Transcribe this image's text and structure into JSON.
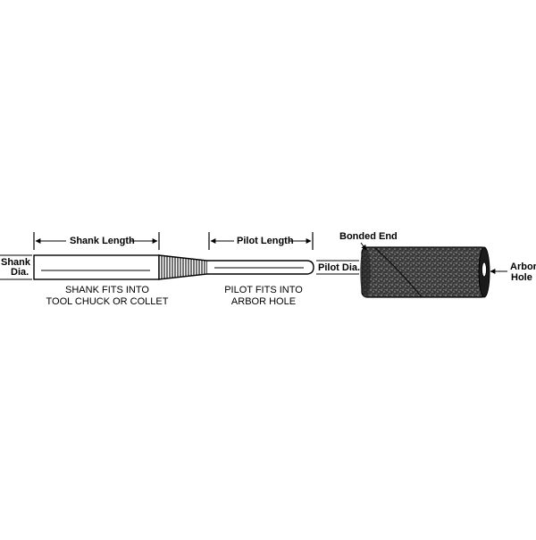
{
  "labels": {
    "shank_length": "Shank Length",
    "pilot_length": "Pilot Length",
    "shank_dia_line1": "Shank",
    "shank_dia_line2": "Dia.",
    "pilot_dia": "Pilot Dia.",
    "bonded_end": "Bonded End",
    "arbor_hole_line1": "Arbor",
    "arbor_hole_line2": "Hole"
  },
  "captions": {
    "shank_line1": "SHANK FITS INTO",
    "shank_line2": "TOOL CHUCK OR COLLET",
    "pilot_line1": "PILOT FITS INTO",
    "pilot_line2": "ARBOR HOLE"
  }
}
